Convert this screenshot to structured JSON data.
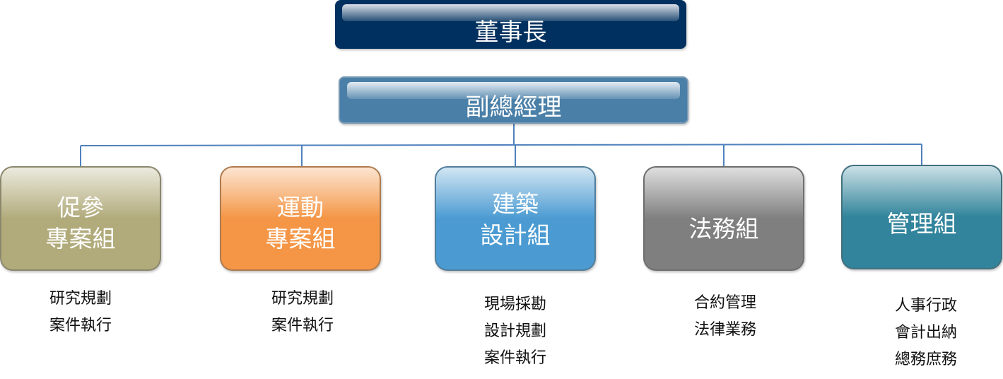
{
  "chairman": {
    "title": "董事長",
    "color": "#00305f"
  },
  "vice_gm": {
    "title": "副總經理",
    "color": "#4a7fa8"
  },
  "departments": [
    {
      "line1": "促參",
      "line2": "專案組",
      "color": "#b1ab7b",
      "tasks": [
        "研究規劃",
        "案件執行"
      ]
    },
    {
      "line1": "運動",
      "line2": "專案組",
      "color": "#f49646",
      "tasks": [
        "研究規劃",
        "案件執行"
      ]
    },
    {
      "line1": "建築",
      "line2": "設計組",
      "color": "#4b9bd2",
      "tasks": [
        "現場採勘",
        "設計規劃",
        "案件執行"
      ]
    },
    {
      "line1": "法務組",
      "line2": "",
      "color": "#7f7f7f",
      "tasks": [
        "合約管理",
        "法律業務"
      ]
    },
    {
      "line1": "管理組",
      "line2": "",
      "color": "#31849b",
      "tasks": [
        "人事行政",
        "會計出納",
        "總務庶務"
      ]
    }
  ],
  "connector_color": "#4f81bd"
}
